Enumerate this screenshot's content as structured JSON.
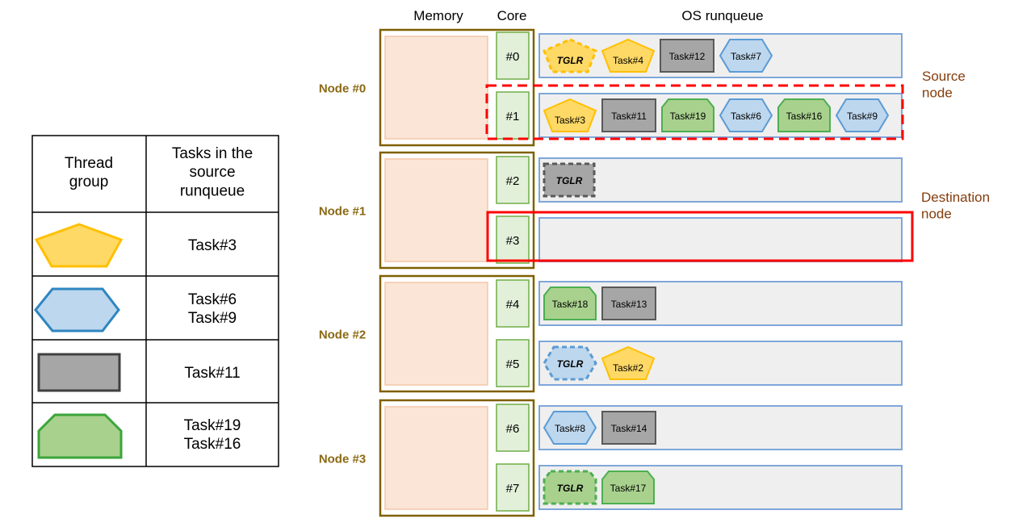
{
  "legend": {
    "header_group": "Thread\ngroup",
    "header_tasks": "Tasks in the\nsource\nrunqueue",
    "rows": [
      {
        "shape": "pentagon-icon",
        "tasks": "Task#3"
      },
      {
        "shape": "hexagon-icon",
        "tasks": "Task#6\nTask#9"
      },
      {
        "shape": "rectangle-icon",
        "tasks": "Task#11"
      },
      {
        "shape": "octagon-icon",
        "tasks": "Task#19\nTask#16"
      }
    ]
  },
  "headers": {
    "memory": "Memory",
    "core": "Core",
    "runqueue": "OS runqueue"
  },
  "nodes": [
    "Node #0",
    "Node #1",
    "Node #2",
    "Node #3"
  ],
  "cores": [
    {
      "id": "#0",
      "tasks": [
        {
          "shape": "pentagon",
          "label": "TGLR",
          "tglr": true
        },
        {
          "shape": "pentagon",
          "label": "Task#4"
        },
        {
          "shape": "rect",
          "label": "Task#12"
        },
        {
          "shape": "hexagon",
          "label": "Task#7"
        }
      ]
    },
    {
      "id": "#1",
      "tasks": [
        {
          "shape": "pentagon",
          "label": "Task#3"
        },
        {
          "shape": "rect",
          "label": "Task#11"
        },
        {
          "shape": "octagon",
          "label": "Task#19"
        },
        {
          "shape": "hexagon",
          "label": "Task#6"
        },
        {
          "shape": "octagon",
          "label": "Task#16"
        },
        {
          "shape": "hexagon",
          "label": "Task#9"
        }
      ]
    },
    {
      "id": "#2",
      "tasks": [
        {
          "shape": "rect",
          "label": "TGLR",
          "tglr": true
        }
      ]
    },
    {
      "id": "#3",
      "tasks": []
    },
    {
      "id": "#4",
      "tasks": [
        {
          "shape": "octagon",
          "label": "Task#18"
        },
        {
          "shape": "rect",
          "label": "Task#13"
        }
      ]
    },
    {
      "id": "#5",
      "tasks": [
        {
          "shape": "hexagon",
          "label": "TGLR",
          "tglr": true
        },
        {
          "shape": "pentagon",
          "label": "Task#2"
        }
      ]
    },
    {
      "id": "#6",
      "tasks": [
        {
          "shape": "hexagon",
          "label": "Task#8"
        },
        {
          "shape": "rect",
          "label": "Task#14"
        }
      ]
    },
    {
      "id": "#7",
      "tasks": [
        {
          "shape": "octagon",
          "label": "TGLR",
          "tglr": true
        },
        {
          "shape": "octagon",
          "label": "Task#17"
        }
      ]
    }
  ],
  "annotations": {
    "source": "Source\nnode",
    "destination": "Destination\nnode"
  },
  "colors": {
    "yellow_fill": "#FFD966",
    "yellow_stroke": "#FFC000",
    "blue_fill": "#BDD7EE",
    "blue_stroke": "#5B9BD5",
    "gray_fill": "#A6A6A6",
    "gray_stroke": "#595959",
    "green_fill": "#A9D18E",
    "green_stroke": "#4CAF50",
    "node_text": "#8B6914",
    "annot_text": "#843C0C",
    "red": "#FF0000",
    "memory_border": "#7F6000",
    "memory_fill": "#FBE5D6"
  }
}
